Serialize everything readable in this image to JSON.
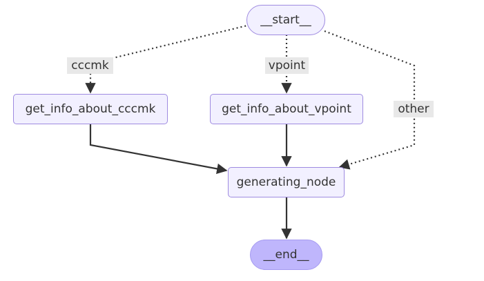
{
  "diagram": {
    "nodes": {
      "start": "__start__",
      "cccmk": "get_info_about_cccmk",
      "vpoint": "get_info_about_vpoint",
      "generating": "generating_node",
      "end": "__end__"
    },
    "edge_labels": {
      "cccmk": "cccmk",
      "vpoint": "vpoint",
      "other": "other"
    }
  },
  "colors": {
    "node_fill": "#f2f0ff",
    "node_border": "#9e8ae0",
    "end_fill": "#bfb6fc",
    "edge": "#333333",
    "label_bg": "#e8e8e8"
  }
}
